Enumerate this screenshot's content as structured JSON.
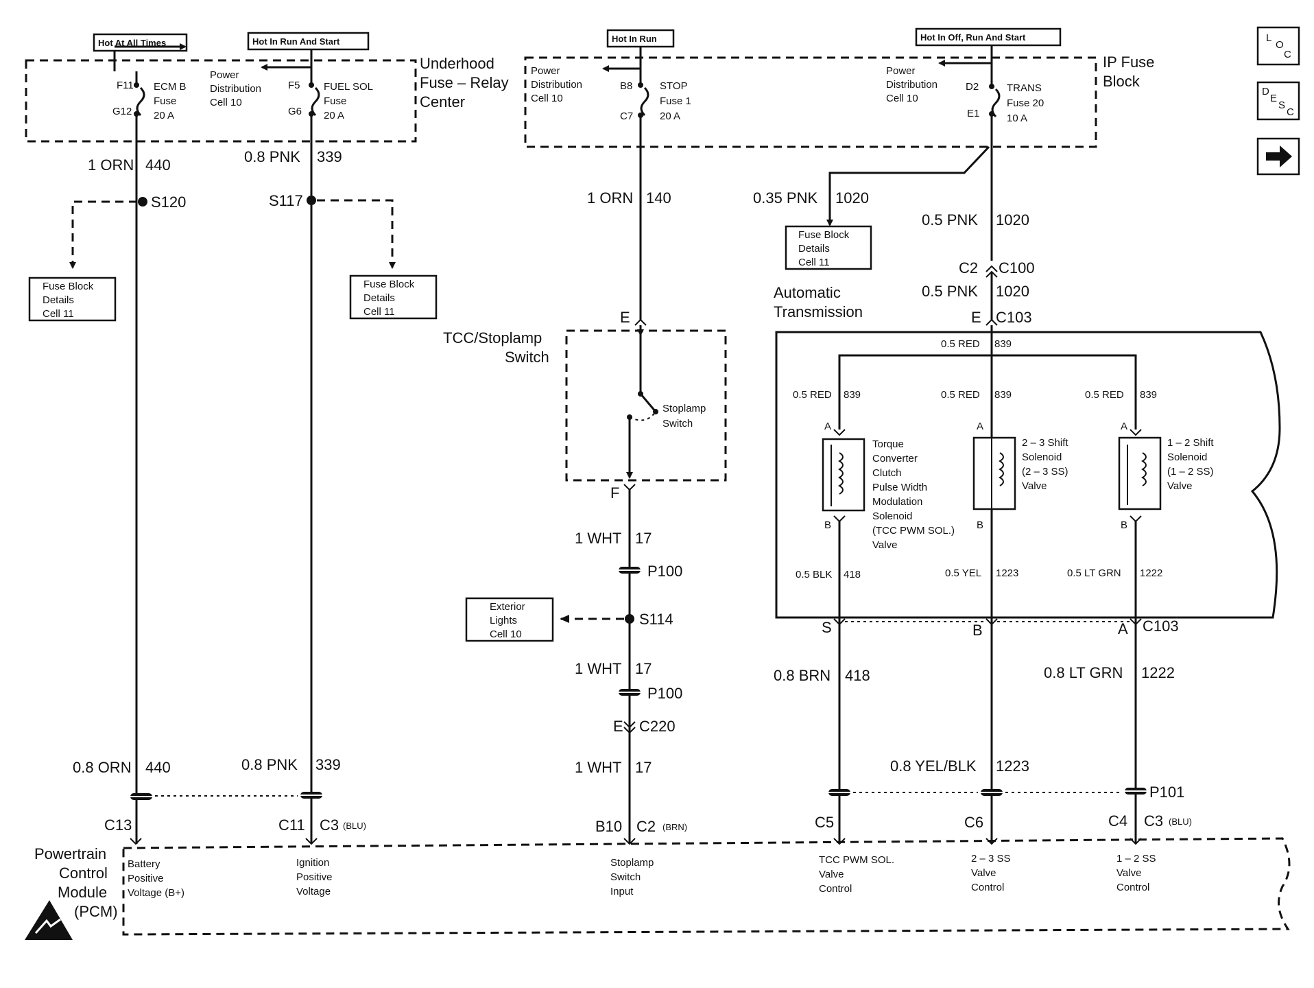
{
  "hot_labels": {
    "all_times": "Hot At All Times",
    "run_start": "Hot In Run And Start",
    "run": "Hot In Run",
    "off_run_start": "Hot In Off, Run And Start"
  },
  "underhood": {
    "title_1": "Underhood",
    "title_2": "Fuse – Relay",
    "title_3": "Center",
    "pd_1": "Power",
    "pd_2": "Distribution",
    "pd_3": "Cell 10",
    "fuse_ecm": {
      "pin_in": "F11",
      "pin_out": "G12",
      "name_1": "ECM B",
      "name_2": "Fuse",
      "amps": "20 A"
    },
    "fuse_fuel": {
      "pin_in": "F5",
      "pin_out": "G6",
      "name_1": "FUEL SOL",
      "name_2": "Fuse",
      "amps": "20 A"
    }
  },
  "ip_block": {
    "title_1": "IP Fuse",
    "title_2": "Block",
    "pd_1": "Power",
    "pd_2": "Distribution",
    "pd_3": "Cell 10",
    "pd2_1": "Power",
    "pd2_2": "Distribution",
    "pd2_3": "Cell 10",
    "fuse_stop": {
      "pin_in": "B8",
      "pin_out": "C7",
      "name_1": "STOP",
      "name_2": "Fuse 1",
      "amps": "20 A"
    },
    "fuse_trans": {
      "pin_in": "D2",
      "pin_out": "E1",
      "name_1": "TRANS",
      "name_2": "Fuse 20",
      "amps": "10 A"
    }
  },
  "wires": {
    "w440a": {
      "gauge": "1 ORN",
      "circuit": "440"
    },
    "w339a": {
      "gauge": "0.8 PNK",
      "circuit": "339"
    },
    "w140": {
      "gauge": "1 ORN",
      "circuit": "140"
    },
    "w1020a": {
      "gauge": "0.35 PNK",
      "circuit": "1020"
    },
    "w1020b": {
      "gauge": "0.5 PNK",
      "circuit": "1020"
    },
    "w1020c": {
      "gauge": "0.5 PNK",
      "circuit": "1020"
    },
    "w17a": {
      "gauge": "1 WHT",
      "circuit": "17"
    },
    "w17b": {
      "gauge": "1 WHT",
      "circuit": "17"
    },
    "w17c": {
      "gauge": "1 WHT",
      "circuit": "17"
    },
    "w440b": {
      "gauge": "0.8 ORN",
      "circuit": "440"
    },
    "w339b": {
      "gauge": "0.8 PNK",
      "circuit": "339"
    },
    "w418": {
      "gauge": "0.8 BRN",
      "circuit": "418"
    },
    "w1223": {
      "gauge": "0.8 YEL/BLK",
      "circuit": "1223"
    },
    "w1222": {
      "gauge": "0.8 LT GRN",
      "circuit": "1222"
    },
    "red_top": {
      "gauge": "0.5 RED",
      "circuit": "839"
    },
    "red_1": {
      "gauge": "0.5 RED",
      "circuit": "839"
    },
    "red_2": {
      "gauge": "0.5 RED",
      "circuit": "839"
    },
    "red_3": {
      "gauge": "0.5 RED",
      "circuit": "839"
    },
    "blk": {
      "gauge": "0.5 BLK",
      "circuit": "418"
    },
    "yel": {
      "gauge": "0.5 YEL",
      "circuit": "1223"
    },
    "ltgrn": {
      "gauge": "0.5 LT GRN",
      "circuit": "1222"
    }
  },
  "splices": {
    "s120": "S120",
    "s117": "S117",
    "s114": "S114"
  },
  "refs": {
    "fbd_1": {
      "l1": "Fuse Block",
      "l2": "Details",
      "l3": "Cell 11"
    },
    "fbd_2": {
      "l1": "Fuse Block",
      "l2": "Details",
      "l3": "Cell 11"
    },
    "fbd_3": {
      "l1": "Fuse Block",
      "l2": "Details",
      "l3": "Cell 11"
    },
    "ext": {
      "l1": "Exterior",
      "l2": "Lights",
      "l3": "Cell 10"
    }
  },
  "connectors": {
    "c2": "C2",
    "c100": "C100",
    "e_c103": "E",
    "c103": "C103",
    "e_sw": "E",
    "f_sw": "F",
    "p100a": "P100",
    "p100b": "P100",
    "e_c220": "E",
    "c220": "C220",
    "p101": "P101",
    "s_pin": "S",
    "b_pin": "B",
    "a_pin": "A",
    "c103b": "C103",
    "c13": "C13",
    "c11": "C11",
    "c3a": "C3",
    "c3a_col": "(BLU)",
    "b10": "B10",
    "c2b": "C2",
    "c2b_col": "(BRN)",
    "c5": "C5",
    "c6": "C6",
    "c4": "C4",
    "c3b": "C3",
    "c3b_col": "(BLU)"
  },
  "tcc_switch": {
    "title_1": "TCC/Stoplamp",
    "title_2": "Switch",
    "sw_1": "Stoplamp",
    "sw_2": "Switch"
  },
  "transmission": {
    "title_1": "Automatic",
    "title_2": "Transmission",
    "sol1": {
      "pin_a": "A",
      "pin_b": "B",
      "l1": "Torque",
      "l2": "Converter",
      "l3": "Clutch",
      "l4": "Pulse Width",
      "l5": "Modulation",
      "l6": "Solenoid",
      "l7": "(TCC PWM SOL.)",
      "l8": "Valve"
    },
    "sol2": {
      "pin_a": "A",
      "pin_b": "B",
      "l1": "2 – 3 Shift",
      "l2": "Solenoid",
      "l3": "(2 – 3 SS)",
      "l4": "Valve"
    },
    "sol3": {
      "pin_a": "A",
      "pin_b": "B",
      "l1": "1 – 2 Shift",
      "l2": "Solenoid",
      "l3": "(1 – 2 SS)",
      "l4": "Valve"
    }
  },
  "pcm": {
    "title_1": "Powertrain",
    "title_2": "Control",
    "title_3": "Module",
    "title_4": "(PCM)",
    "bplus": {
      "l1": "Battery",
      "l2": "Positive",
      "l3": "Voltage (B+)"
    },
    "ign": {
      "l1": "Ignition",
      "l2": "Positive",
      "l3": "Voltage"
    },
    "stop": {
      "l1": "Stoplamp",
      "l2": "Switch",
      "l3": "Input"
    },
    "tcc": {
      "l1": "TCC PWM SOL.",
      "l2": "Valve",
      "l3": "Control"
    },
    "ss23": {
      "l1": "2 – 3 SS",
      "l2": "Valve",
      "l3": "Control"
    },
    "ss12": {
      "l1": "1 – 2 SS",
      "l2": "Valve",
      "l3": "Control"
    }
  },
  "nav": {
    "loc_1": "L",
    "loc_2": "O",
    "loc_3": "C",
    "desc_1": "D",
    "desc_2": "E",
    "desc_3": "S",
    "desc_4": "C",
    "next_icon": "right-arrow-icon"
  }
}
